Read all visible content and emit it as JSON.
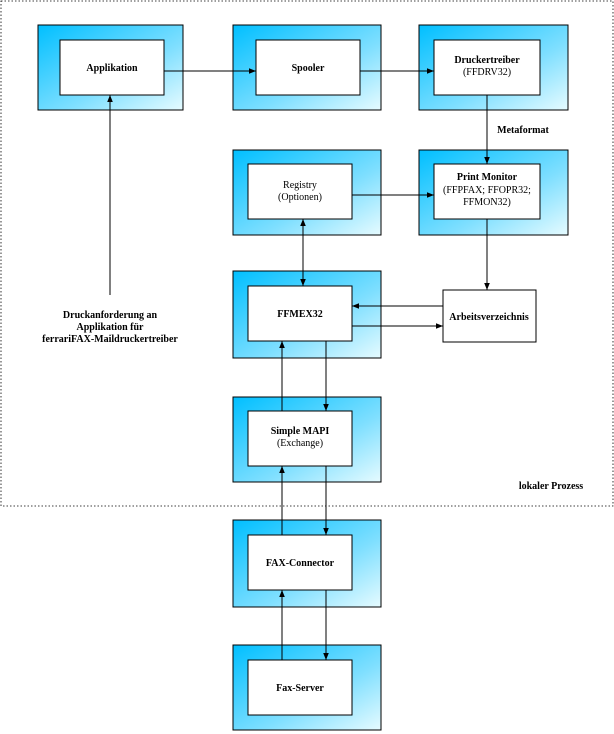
{
  "nodes": {
    "applikation": "Applikation",
    "spooler": "Spooler",
    "druckertreiber": [
      "Druckertreiber",
      "(FFDRV32)"
    ],
    "registry": [
      "Registry",
      "(Optionen)"
    ],
    "print_monitor": [
      "Print Monitor",
      "(FFPFAX; FFOPR32;",
      "FFMON32)"
    ],
    "ffmex32": "FFMEX32",
    "arbeitsverzeichnis": "Arbeitsverzeichnis",
    "simple_mapi": [
      "Simple MAPI",
      "(Exchange)"
    ],
    "fax_connector": "FAX-Connector",
    "fax_server": "Fax-Server"
  },
  "labels": {
    "metaformat": "Metaformat",
    "druckanforderung": [
      "Druckanforderung an",
      "Applikation für",
      "ferrariFAX-Maildruckertreiber"
    ],
    "lokaler_prozess": "lokaler Prozess"
  },
  "colors": {
    "box_fill_top": "#00bfff",
    "box_fill_bottom": "#e6fbff"
  }
}
